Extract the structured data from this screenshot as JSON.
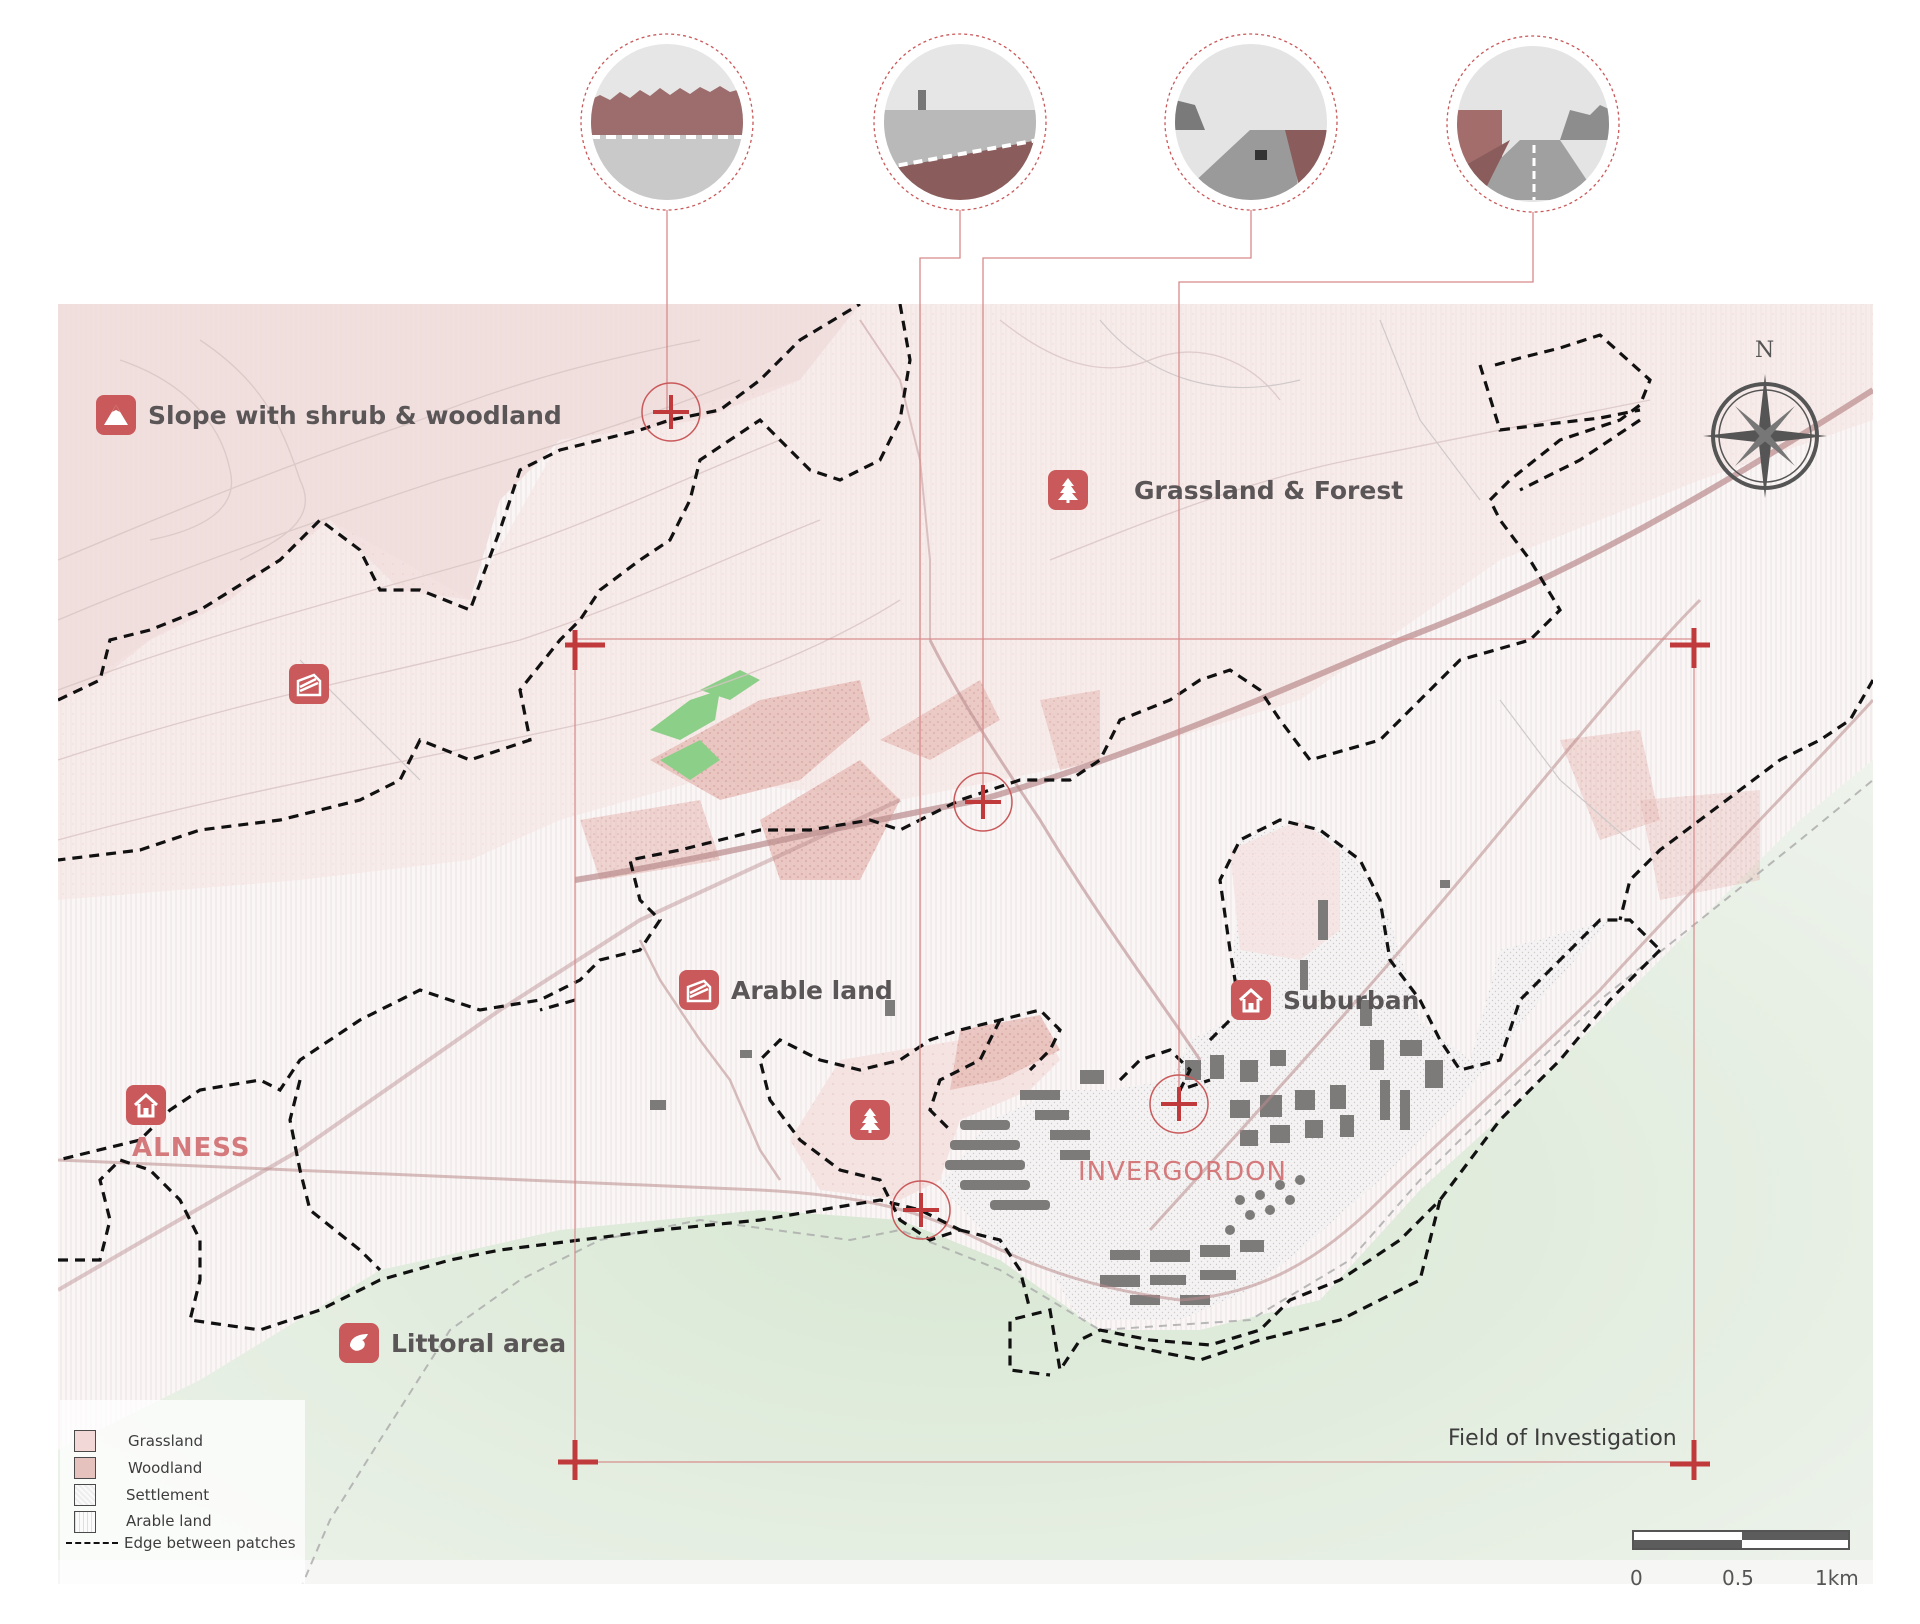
{
  "photos": [
    {
      "id": "photo-1",
      "subject": "Forest edge above grassland",
      "caption": ""
    },
    {
      "id": "photo-2",
      "subject": "Coastline with offshore rig",
      "caption": ""
    },
    {
      "id": "photo-3",
      "subject": "Road with cars",
      "caption": ""
    },
    {
      "id": "photo-4",
      "subject": "Suburban road with buildings",
      "caption": ""
    }
  ],
  "zones": {
    "slope": {
      "label": "Slope with shrub & woodland",
      "icon": "mountain-icon"
    },
    "grassland_forest": {
      "label": "Grassland & Forest",
      "icon": "tree-icon"
    },
    "arable": {
      "label": "Arable land",
      "icon": "field-icon"
    },
    "suburban": {
      "label": "Suburban",
      "icon": "house-icon"
    },
    "littoral": {
      "label": "Littoral area",
      "icon": "shell-icon"
    }
  },
  "towns": {
    "alness": "ALNESS",
    "invergordon": "INVERGORDON"
  },
  "field_of_investigation": "Field of Investigation",
  "legend": {
    "items": [
      {
        "label": "Grassland",
        "pattern": "grassland"
      },
      {
        "label": "Woodland",
        "pattern": "woodland"
      },
      {
        "label": "Settlement",
        "pattern": "settlement"
      },
      {
        "label": "Arable land",
        "pattern": "arable"
      }
    ],
    "edge_label": "Edge between patches"
  },
  "scale_bar": {
    "ticks": [
      "0",
      "0.5",
      "1km"
    ]
  },
  "compass": {
    "north_label": "N"
  },
  "colors": {
    "accent": "#c9595a",
    "marker": "#c0393b",
    "grassland": "#f3dcdc",
    "woodland": "#e3b4b0",
    "littoral": "#dfeadb",
    "text": "#5a5556"
  }
}
